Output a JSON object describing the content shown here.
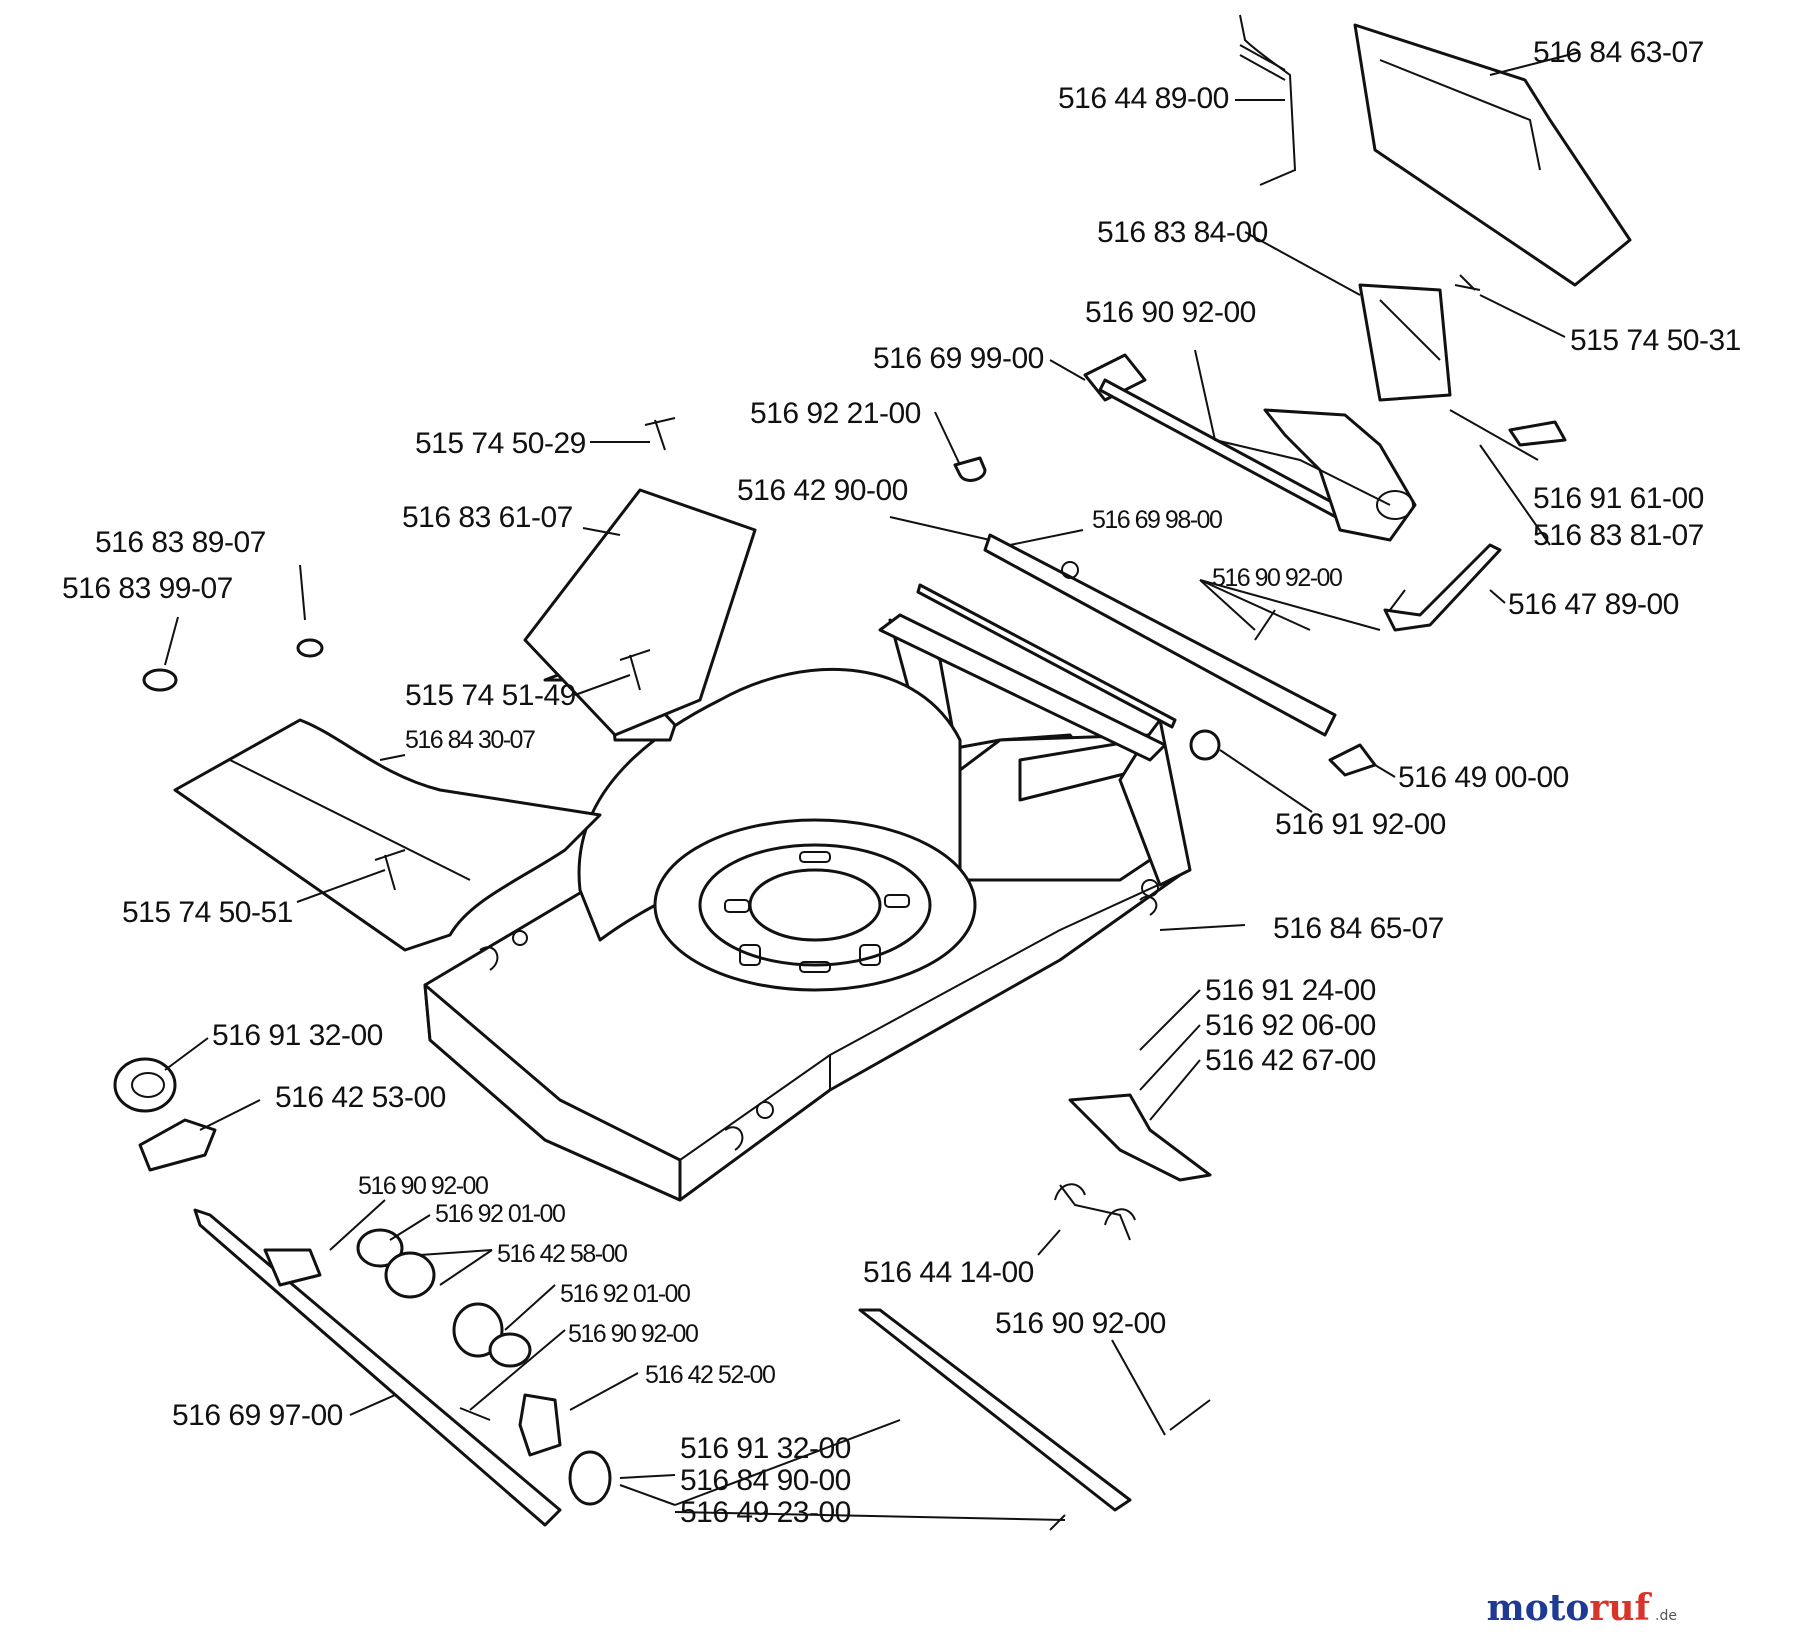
{
  "diagram": {
    "labels": [
      {
        "id": "l01",
        "text": "516 84 63-07"
      },
      {
        "id": "l02",
        "text": "516 44 89-00"
      },
      {
        "id": "l03",
        "text": "516 83 84-00"
      },
      {
        "id": "l04",
        "text": "515 74 50-31"
      },
      {
        "id": "l05",
        "text": "516 90 92-00"
      },
      {
        "id": "l06",
        "text": "516 69 99-00"
      },
      {
        "id": "l07",
        "text": "516 92 21-00"
      },
      {
        "id": "l08",
        "text": "515 74 50-29"
      },
      {
        "id": "l09",
        "text": "516 83 61-07"
      },
      {
        "id": "l10",
        "text": "516 42 90-00"
      },
      {
        "id": "l11",
        "text": "516 91 61-00"
      },
      {
        "id": "l12",
        "text": "516 83 81-07"
      },
      {
        "id": "l13",
        "text": "516 83 89-07"
      },
      {
        "id": "l14",
        "text": "516 83 99-07"
      },
      {
        "id": "l15",
        "text": "516 69 98-00"
      },
      {
        "id": "l16",
        "text": "516 90 92-00"
      },
      {
        "id": "l17",
        "text": "516 47 89-00"
      },
      {
        "id": "l18",
        "text": "515 74 51-49"
      },
      {
        "id": "l19",
        "text": "516 84 30-07"
      },
      {
        "id": "l20",
        "text": "516 49 00-00"
      },
      {
        "id": "l21",
        "text": "516 91 92-00"
      },
      {
        "id": "l22",
        "text": "515 74 50-51"
      },
      {
        "id": "l23",
        "text": "516 84 65-07"
      },
      {
        "id": "l24",
        "text": "516 91 24-00"
      },
      {
        "id": "l25",
        "text": "516 92 06-00"
      },
      {
        "id": "l26",
        "text": "516 42 67-00"
      },
      {
        "id": "l27",
        "text": "516 91 32-00"
      },
      {
        "id": "l28",
        "text": "516 42 53-00"
      },
      {
        "id": "l29",
        "text": "516 90 92-00"
      },
      {
        "id": "l30",
        "text": "516 92 01-00"
      },
      {
        "id": "l31",
        "text": "516 42 58-00"
      },
      {
        "id": "l32",
        "text": "516 92 01-00"
      },
      {
        "id": "l33",
        "text": "516 44 14-00"
      },
      {
        "id": "l34",
        "text": "516 90 92-00"
      },
      {
        "id": "l35",
        "text": "516 90 92-00"
      },
      {
        "id": "l36",
        "text": "516 42 52-00"
      },
      {
        "id": "l37",
        "text": "516 69 97-00"
      },
      {
        "id": "l38",
        "text": "516 91 32-00"
      },
      {
        "id": "l39",
        "text": "516 84 90-00"
      },
      {
        "id": "l40",
        "text": "516 49 23-00"
      }
    ]
  },
  "watermark": {
    "part1": "moto",
    "part2": "ruf",
    "suffix": ".de"
  }
}
